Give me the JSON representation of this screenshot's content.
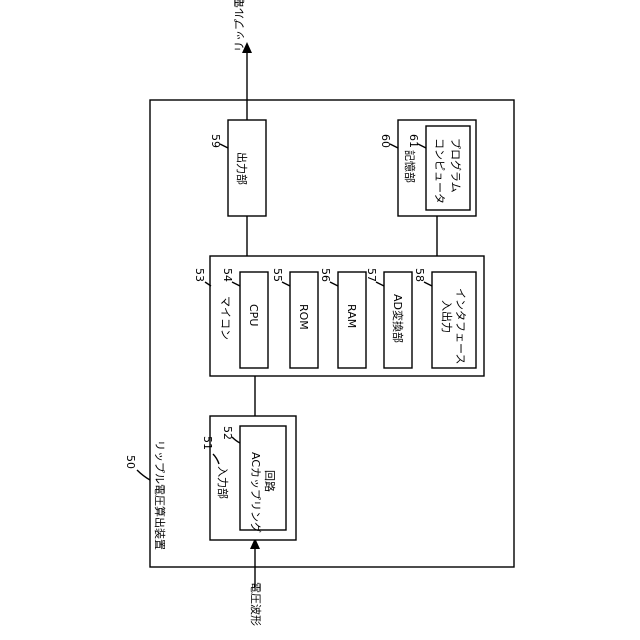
{
  "labels": {
    "device": "リップル電圧算出装置",
    "output_voltage": "リップル電圧",
    "input_voltage": "電圧波形",
    "input_section": "入力部",
    "ac_coupling_line1": "ACカップリング",
    "ac_coupling_line2": "回路",
    "microcomputer": "マイコン",
    "cpu": "CPU",
    "rom": "ROM",
    "ram": "RAM",
    "ad_converter": "AD変換部",
    "io_line1": "入出力",
    "io_line2": "インタフェース",
    "output_section": "出力部",
    "storage": "記憶部",
    "program_line1": "コンピュータ",
    "program_line2": "プログラム"
  },
  "refs": {
    "device": "50",
    "input_section": "51",
    "ac_coupling": "52",
    "microcomputer": "53",
    "cpu": "54",
    "rom": "55",
    "ram": "56",
    "ad_converter": "57",
    "io": "58",
    "output_section": "59",
    "storage": "60",
    "program": "61"
  }
}
